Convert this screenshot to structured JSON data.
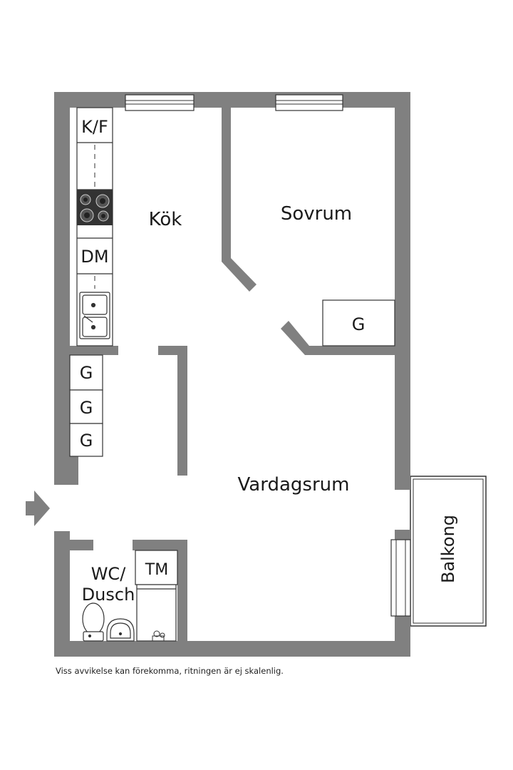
{
  "rooms": {
    "kok": "Kök",
    "sovrum": "Sovrum",
    "vardagsrum": "Vardagsrum",
    "wc": "WC/",
    "dusch": "Dusch",
    "balkong": "Balkong"
  },
  "fixtures": {
    "kf": "K/F",
    "dm": "DM",
    "tm": "TM",
    "g_sovrum": "G",
    "g1": "G",
    "g2": "G",
    "g3": "G"
  },
  "note": "Viss avvikelse kan förekomma, ritningen är ej skalenlig.",
  "colors": {
    "wall": "#808080",
    "line": "#333333",
    "background": "#ffffff"
  }
}
